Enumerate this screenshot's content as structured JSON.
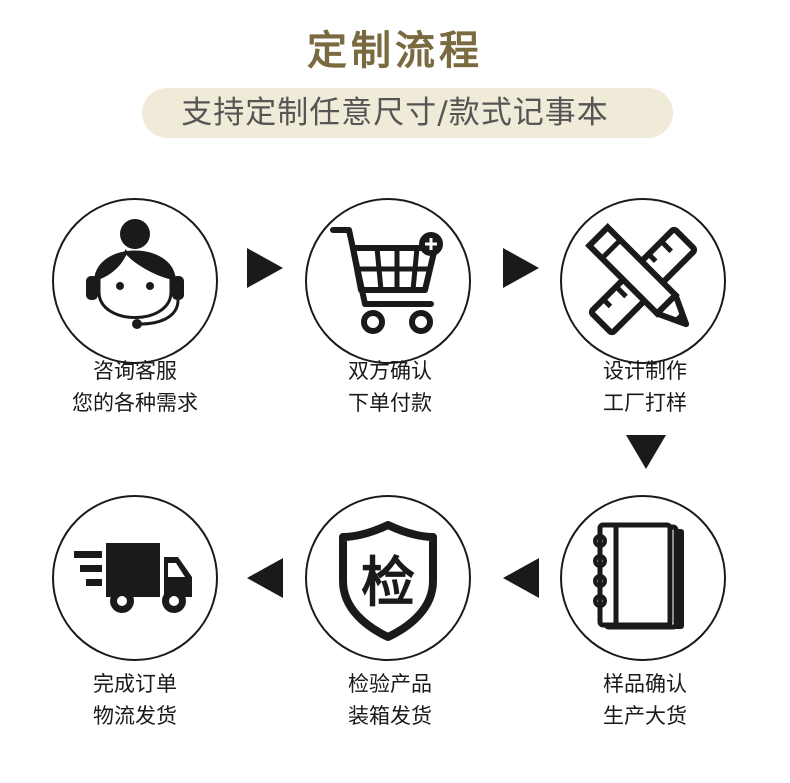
{
  "header": {
    "title": "定制流程",
    "subtitle": "支持定制任意尺寸/款式记事本"
  },
  "colors": {
    "title": "#7a6a3f",
    "subtitle_bg": "#f0ebd8",
    "ink": "#1a1a1a"
  },
  "steps": [
    {
      "icon": "customer-service-icon",
      "line1": "咨询客服",
      "line2": "您的各种需求"
    },
    {
      "icon": "shopping-cart-icon",
      "line1": "双方确认",
      "line2": "下单付款"
    },
    {
      "icon": "pencil-ruler-icon",
      "line1": "设计制作",
      "line2": "工厂打样"
    },
    {
      "icon": "notebook-icon",
      "line1": "样品确认",
      "line2": "生产大货"
    },
    {
      "icon": "inspection-shield-icon",
      "glyph": "检",
      "line1": "检验产品",
      "line2": "装箱发货"
    },
    {
      "icon": "delivery-truck-icon",
      "line1": "完成订单",
      "line2": "物流发货"
    }
  ]
}
